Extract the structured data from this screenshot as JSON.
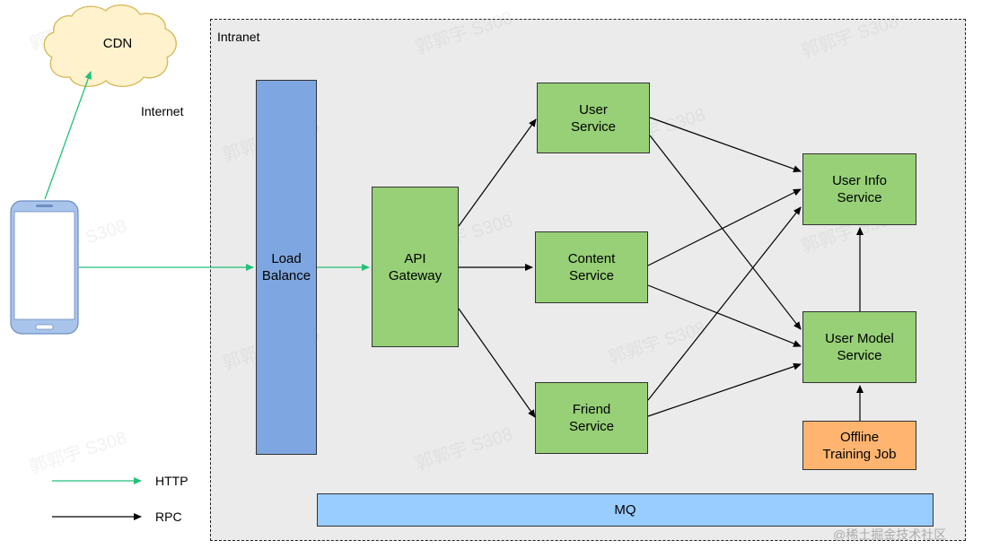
{
  "labels": {
    "cdn": "CDN",
    "internet": "Internet",
    "intranet": "Intranet"
  },
  "nodes": {
    "load_balance": "Load\nBalance",
    "api_gateway": "API\nGateway",
    "user_service": "User\nService",
    "content_service": "Content\nService",
    "friend_service": "Friend\nService",
    "user_info_service": "User Info\nService",
    "user_model_service": "User Model\nService",
    "offline_training_job": "Offline\nTraining Job",
    "mq": "MQ"
  },
  "legend": {
    "http": "HTTP",
    "rpc": "RPC"
  },
  "watermark": {
    "text": "郭郭宇 S308",
    "footer": "@稀土掘金技术社区"
  },
  "colors": {
    "http_arrow": "#22c17a",
    "rpc_arrow": "#000000",
    "service_fill": "#97d077",
    "load_balance_fill": "#7ea6e0",
    "training_fill": "#ffb570",
    "mq_fill": "#99ccff",
    "cloud_fill": "#fff2cc",
    "cloud_stroke": "#d6b656",
    "phone_stroke": "#6c8ebf"
  }
}
